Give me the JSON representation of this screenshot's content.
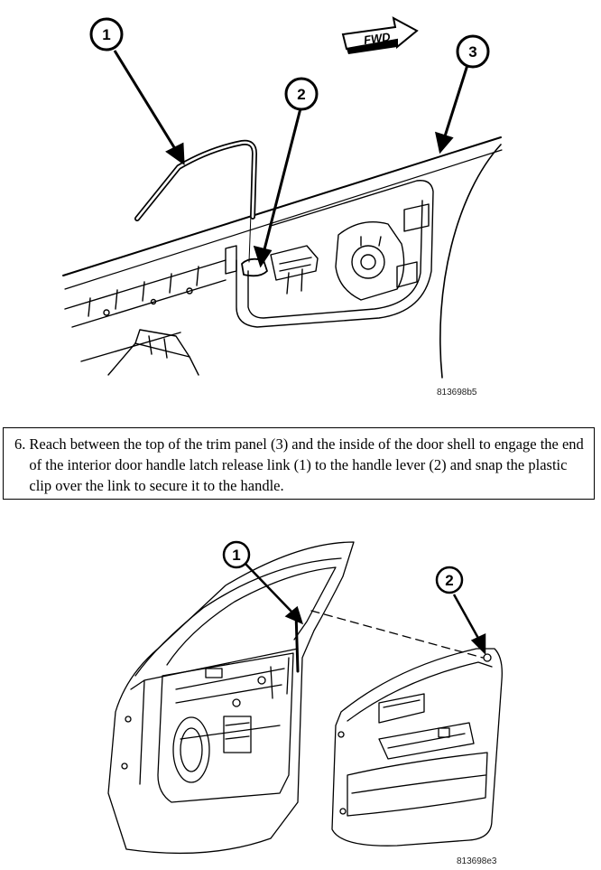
{
  "figure1": {
    "direction_label": "FWD",
    "callouts": [
      "1",
      "2",
      "3"
    ],
    "figure_code": "813698b5"
  },
  "step": {
    "number": "6.",
    "text": "Reach between the top of the trim panel (3) and the inside of the door shell to engage the end of the interior door handle latch release link (1) to the handle lever (2) and snap the plastic clip over the link to secure it to the handle."
  },
  "figure2": {
    "callouts": [
      "1",
      "2"
    ],
    "figure_code": "813698e3"
  }
}
